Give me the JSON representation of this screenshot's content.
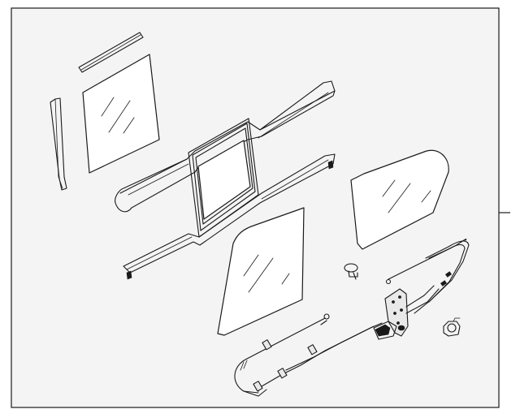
{
  "diagram": {
    "parts": [
      {
        "name": "top-seal-strip",
        "icon": "weatherstrip-icon"
      },
      {
        "name": "left-vertical-channel",
        "icon": "channel-icon"
      },
      {
        "name": "left-quarter-glass",
        "icon": "glass-panel-icon"
      },
      {
        "name": "back-window-frame-assembly",
        "icon": "frame-icon"
      },
      {
        "name": "sliding-center-glass",
        "icon": "glass-panel-icon"
      },
      {
        "name": "center-lower-glass",
        "icon": "glass-panel-icon"
      },
      {
        "name": "right-quarter-glass",
        "icon": "glass-panel-icon"
      },
      {
        "name": "regulator-cable-assembly",
        "icon": "cable-icon"
      },
      {
        "name": "regulator-motor-bracket",
        "icon": "motor-icon"
      },
      {
        "name": "push-pin-clip",
        "icon": "clip-icon"
      },
      {
        "name": "motor-grommet",
        "icon": "grommet-icon"
      }
    ],
    "colors": {
      "background": "#ffffff",
      "frame_fill": "#f4f4f4",
      "line": "#1a1a1a"
    }
  }
}
